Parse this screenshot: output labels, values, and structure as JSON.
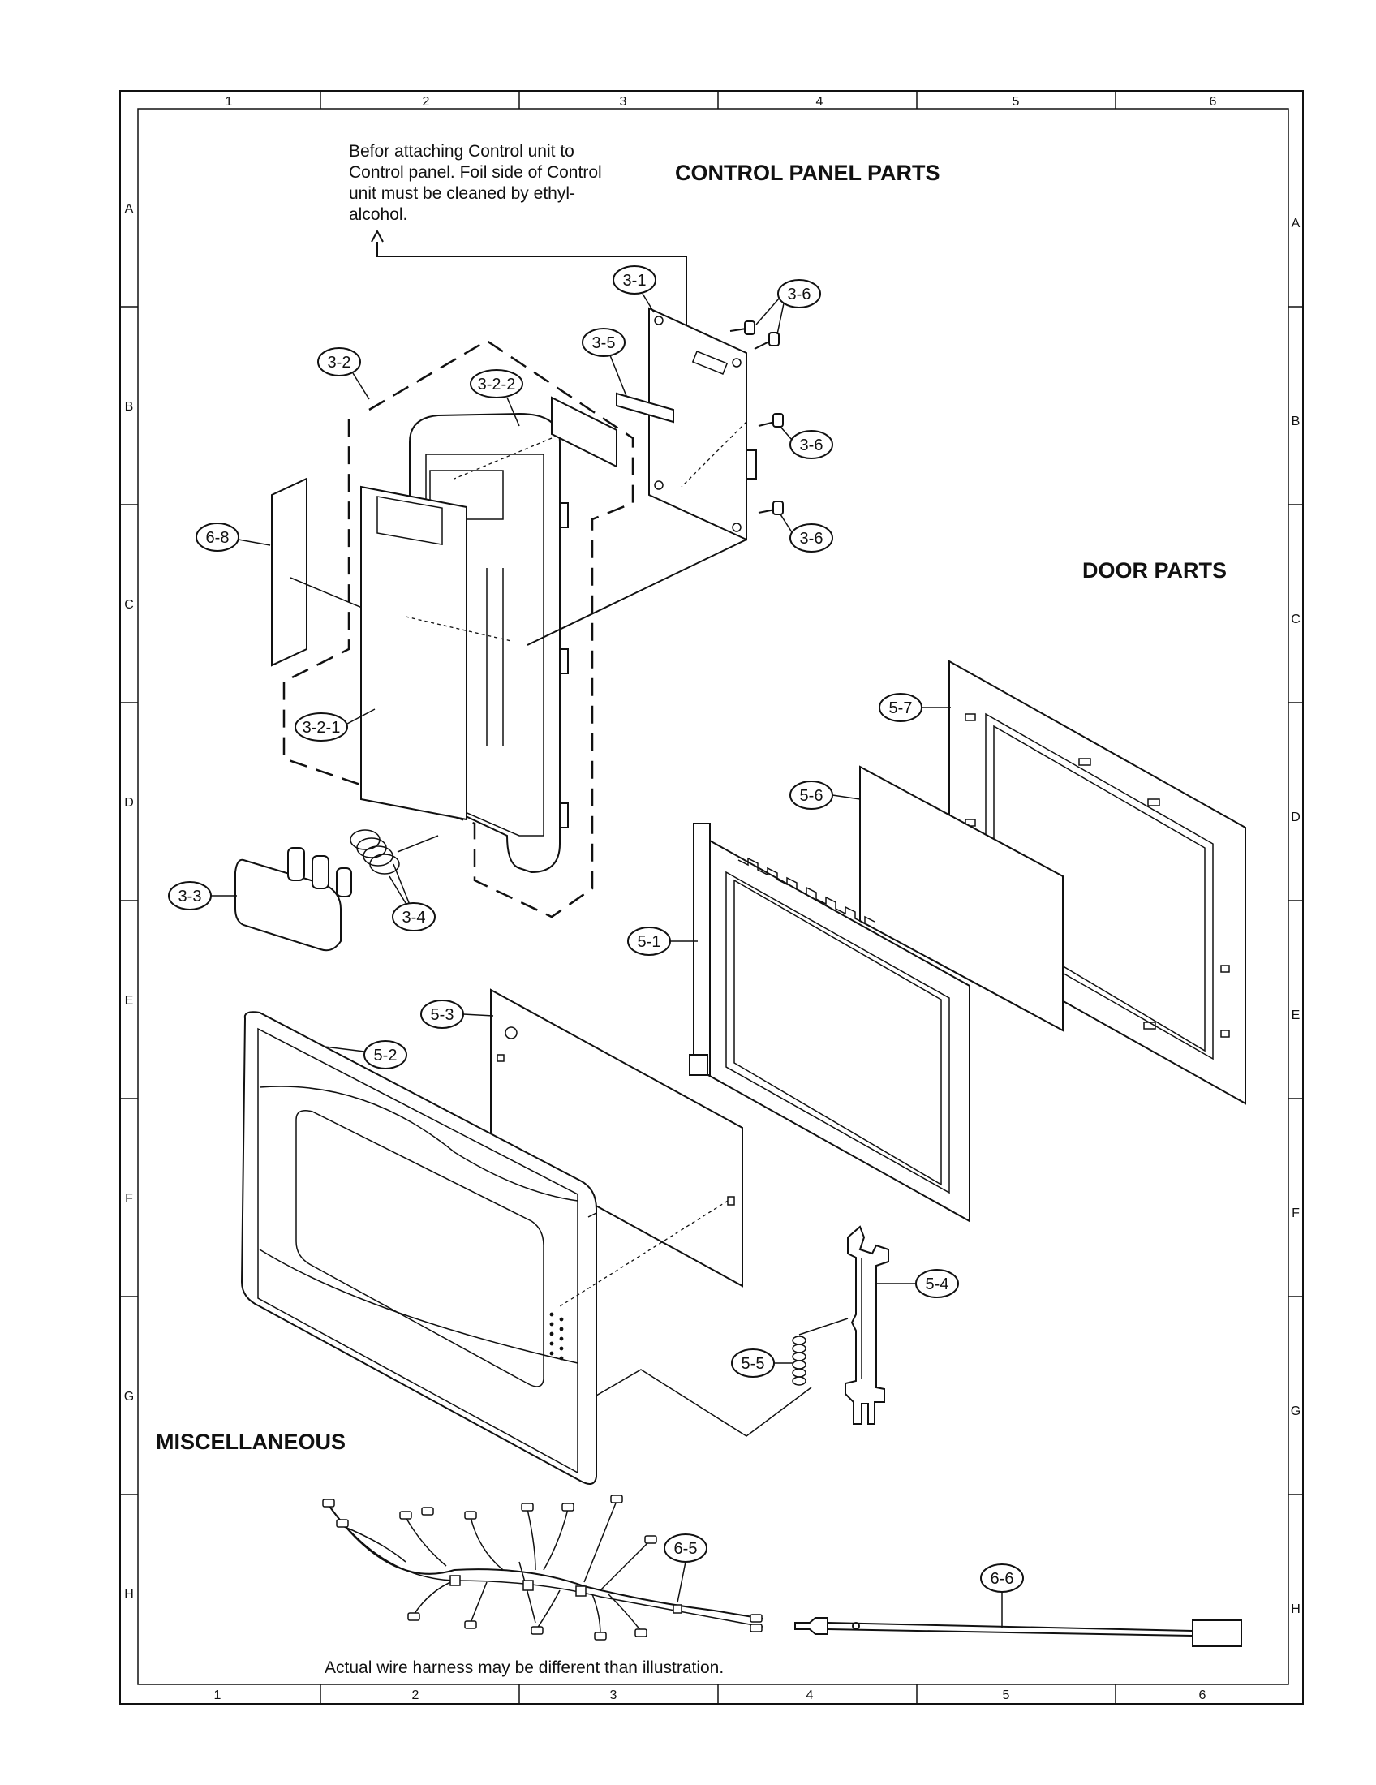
{
  "sheet": {
    "columns": [
      "1",
      "2",
      "3",
      "4",
      "5",
      "6"
    ],
    "rows": [
      "A",
      "B",
      "C",
      "D",
      "E",
      "F",
      "G",
      "H"
    ]
  },
  "headings": {
    "control_panel": "CONTROL PANEL PARTS",
    "door": "DOOR PARTS",
    "misc": "MISCELLANEOUS"
  },
  "notes": {
    "cleaning": [
      "Befor attaching Control unit to",
      "Control panel. Foil side of Control",
      "unit must be cleaned by ethyl-",
      "alcohol."
    ],
    "harness": "Actual wire harness may be different than illustration."
  },
  "callouts": {
    "c3_1": "3-1",
    "c3_2": "3-2",
    "c3_2_1": "3-2-1",
    "c3_2_2": "3-2-2",
    "c3_3": "3-3",
    "c3_4": "3-4",
    "c3_5": "3-5",
    "c3_6": "3-6",
    "c5_1": "5-1",
    "c5_2": "5-2",
    "c5_3": "5-3",
    "c5_4": "5-4",
    "c5_5": "5-5",
    "c5_6": "5-6",
    "c5_7": "5-7",
    "c6_5": "6-5",
    "c6_6": "6-6",
    "c6_8": "6-8"
  }
}
